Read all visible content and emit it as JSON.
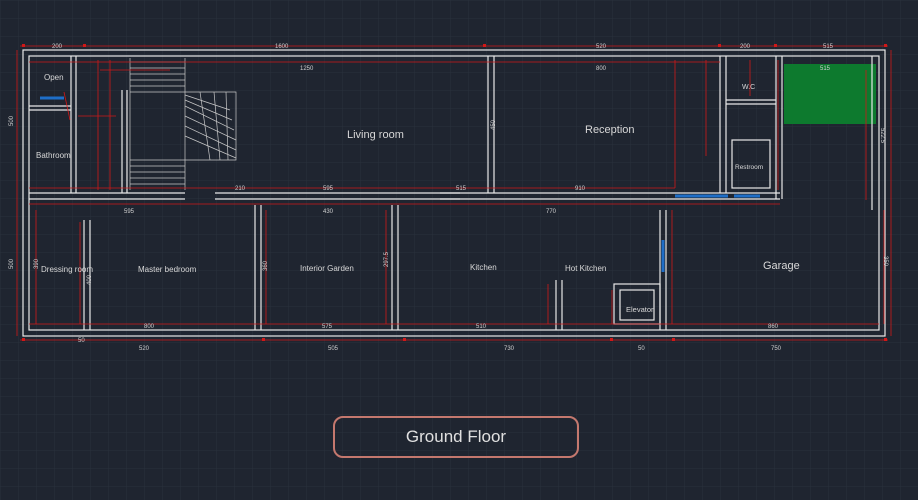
{
  "title": "Ground Floor",
  "colors": {
    "background": "#1f2530",
    "grid": "#2a313c",
    "wall": "#e8e8e8",
    "dimension": "#d01818",
    "green_area": "#0d7a2e",
    "door": "#1e6ec8",
    "title_border": "#c4786e"
  },
  "rooms": [
    {
      "id": "open",
      "label": "Open"
    },
    {
      "id": "bathroom",
      "label": "Bathroom"
    },
    {
      "id": "living-room",
      "label": "Living room"
    },
    {
      "id": "reception",
      "label": "Reception"
    },
    {
      "id": "restroom",
      "label": "Restroom"
    },
    {
      "id": "wc",
      "label": "W.C"
    },
    {
      "id": "dressing-room",
      "label": "Dressing room"
    },
    {
      "id": "master-bedroom",
      "label": "Master bedroom"
    },
    {
      "id": "interior-garden",
      "label": "Interior Garden"
    },
    {
      "id": "kitchen",
      "label": "Kitchen"
    },
    {
      "id": "hot-kitchen",
      "label": "Hot Kitchen"
    },
    {
      "id": "elevator",
      "label": "Elevator"
    },
    {
      "id": "garage",
      "label": "Garage"
    }
  ],
  "dimensions": {
    "top": [
      "1600",
      "520",
      "200",
      "515",
      "200"
    ],
    "bottom": [
      "520",
      "505",
      "730",
      "750",
      "50",
      "50"
    ],
    "left": [
      "500",
      "500"
    ],
    "right": [
      "522.5",
      "350"
    ],
    "interior": [
      "1250",
      "800",
      "515",
      "450",
      "910",
      "770",
      "515",
      "595",
      "430",
      "210",
      "595",
      "800",
      "575",
      "510",
      "860",
      "400",
      "360",
      "297.5",
      "390"
    ]
  }
}
